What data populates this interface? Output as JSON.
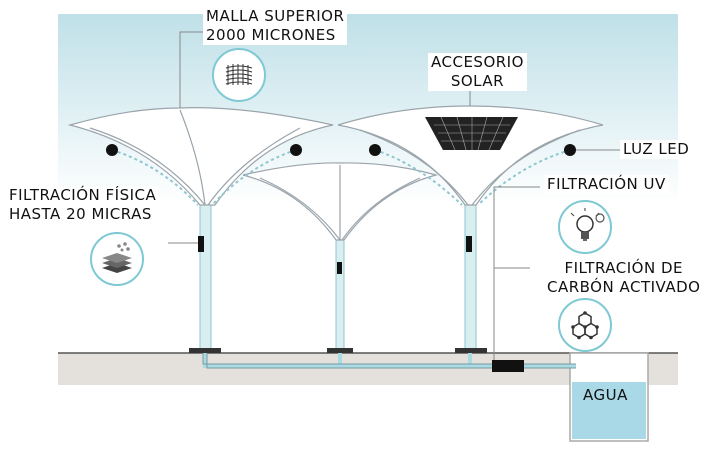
{
  "labels": {
    "malla": {
      "line1": "MALLA SUPERIOR",
      "line2": "2000 MICRONES"
    },
    "solar": {
      "line1": "ACCESORIO",
      "line2": "SOLAR"
    },
    "led": "LUZ LED",
    "fisica": {
      "line1": "FILTRACIÓN FÍSICA",
      "line2": "HASTA 20 MICRAS"
    },
    "uv": "FILTRACIÓN UV",
    "carbon": {
      "line1": "FILTRACIÓN DE",
      "line2": "CARBÓN ACTIVADO"
    },
    "agua": "AGUA"
  },
  "icons": [
    "mesh-icon",
    "layers-droplets-icon",
    "uv-bulb-icon",
    "hexagon-network-icon"
  ],
  "colors": {
    "sky": "#cfe8ee",
    "ground": "#e4e0dc",
    "canopy_stroke": "#9aa4ab",
    "pole": "#a9dbe2",
    "water": "#a9d8e6",
    "accent_ring": "#7ec9d3"
  }
}
